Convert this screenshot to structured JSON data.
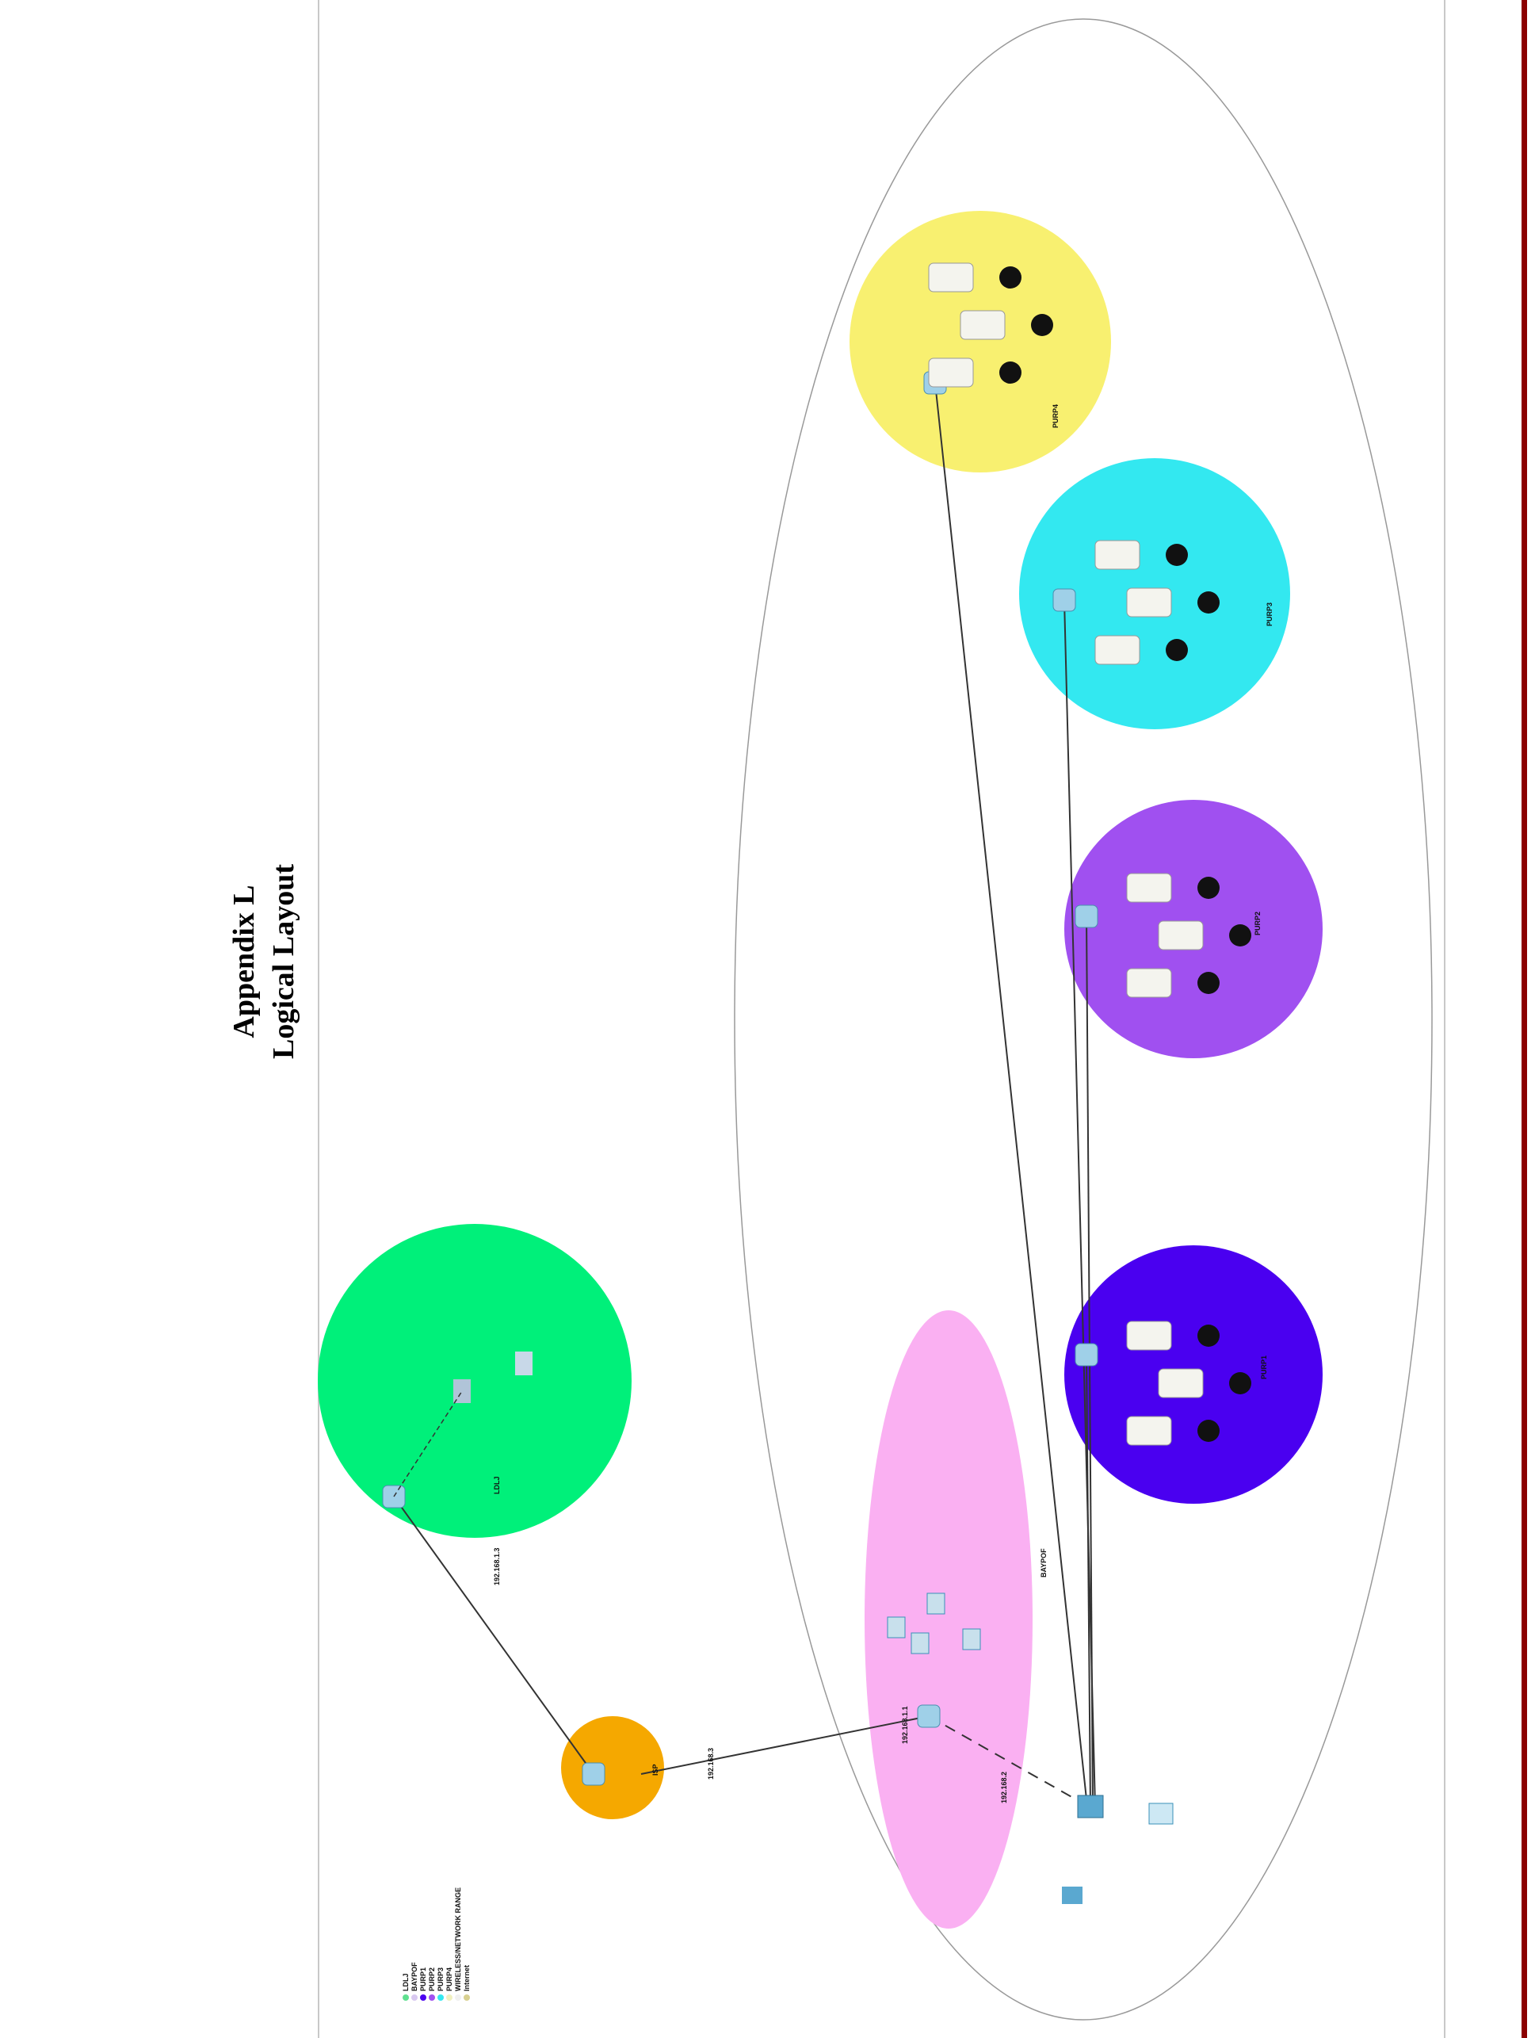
{
  "page": {
    "title_line1": "Appendix L",
    "title_line2": "Logical Layout"
  },
  "diagram": {
    "zones": [
      {
        "name": "green-zone",
        "label": "LDLJ",
        "color": "#00f07a"
      },
      {
        "name": "pink-zone",
        "label": "BAYPOF",
        "color": "#fab0f2"
      },
      {
        "name": "orange-zone",
        "label": "ISP",
        "color": "#f5a800"
      },
      {
        "name": "blue-zone",
        "label": "PURP1",
        "color": "#4a00f0"
      },
      {
        "name": "purple-zone",
        "label": "PURP2",
        "color": "#a050f0"
      },
      {
        "name": "cyan-zone",
        "label": "PURP3",
        "color": "#33e8f0"
      },
      {
        "name": "yellow-zone",
        "label": "PURP4",
        "color": "#f8f070"
      }
    ],
    "link_labels": [
      "192.168.1.3",
      "192.168.3",
      "192.168.1.1",
      "192.168.2"
    ],
    "legend": {
      "items": [
        {
          "label": "LDLJ",
          "color": "#60e090"
        },
        {
          "label": "BAYPOF",
          "color": "#d8c8f0"
        },
        {
          "label": "PURP1",
          "color": "#4a00f0"
        },
        {
          "label": "PURP2",
          "color": "#a050f0"
        },
        {
          "label": "PURP3",
          "color": "#33e8f0"
        },
        {
          "label": "PURP4",
          "color": "#f0f0c0"
        },
        {
          "label": "WIRELESS/NETWORK RANGE",
          "color": "#f0f0f0"
        },
        {
          "label": "Internet",
          "color": "#d8d090"
        }
      ]
    }
  }
}
